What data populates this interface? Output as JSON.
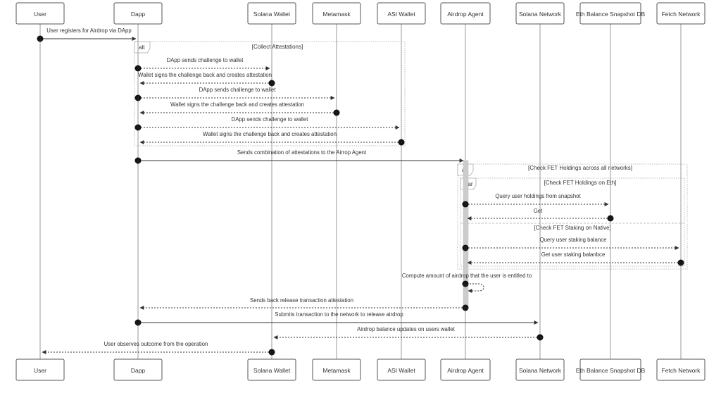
{
  "participants": [
    {
      "id": "user",
      "label": "User"
    },
    {
      "id": "dapp",
      "label": "Dapp"
    },
    {
      "id": "solana_wallet",
      "label": "Solana Wallet"
    },
    {
      "id": "metamask",
      "label": "Metamask"
    },
    {
      "id": "asi_wallet",
      "label": "ASI Wallet"
    },
    {
      "id": "airdrop_agent",
      "label": "Airdrop Agent"
    },
    {
      "id": "solana_network",
      "label": "Solana Network"
    },
    {
      "id": "eth_db",
      "label": "Eth Balance Snapshot DB"
    },
    {
      "id": "fetch_network",
      "label": "Fetch Network"
    }
  ],
  "fragments": [
    {
      "id": "collect",
      "keyword": "alt",
      "condition": "[Collect Attestations]"
    },
    {
      "id": "check_all",
      "keyword": "alt",
      "condition": "[Check FET Holdings across all networks]"
    },
    {
      "id": "par",
      "keyword": "par",
      "condition": "[Check FET Holdings on Eth]",
      "else_condition": "[Check FET Staking on Native]"
    }
  ],
  "messages": [
    {
      "n": "1",
      "from": "user",
      "to": "dapp",
      "style": "solid",
      "label": "User registers for Airdrop via DApp"
    },
    {
      "n": "2",
      "from": "dapp",
      "to": "solana_wallet",
      "style": "dotted",
      "label": "DApp sends challenge to wallet"
    },
    {
      "n": "3",
      "from": "solana_wallet",
      "to": "dapp",
      "style": "dotted",
      "label": "Wallet signs the challenge back and creates attestation"
    },
    {
      "n": "4",
      "from": "dapp",
      "to": "metamask",
      "style": "dotted",
      "label": "DApp sends challenge to wallet"
    },
    {
      "n": "5",
      "from": "metamask",
      "to": "dapp",
      "style": "dotted",
      "label": "Wallet signs the challenge back and creates attestation"
    },
    {
      "n": "6",
      "from": "dapp",
      "to": "asi_wallet",
      "style": "dotted",
      "label": "DApp sends challenge to wallet"
    },
    {
      "n": "7",
      "from": "asi_wallet",
      "to": "dapp",
      "style": "dotted",
      "label": "Wallet signs the challenge back and creates attestation"
    },
    {
      "n": "8",
      "from": "dapp",
      "to": "airdrop_agent",
      "style": "solid",
      "label": "Sends combination of attestations to the Airrop Agent"
    },
    {
      "n": "9",
      "from": "airdrop_agent",
      "to": "eth_db",
      "style": "dotted",
      "label": "Query user holdings from snapshot"
    },
    {
      "n": "10",
      "from": "eth_db",
      "to": "airdrop_agent",
      "style": "dotted",
      "label": "Get"
    },
    {
      "n": "11",
      "from": "airdrop_agent",
      "to": "fetch_network",
      "style": "dotted",
      "label": "Query user staking balance"
    },
    {
      "n": "12",
      "from": "fetch_network",
      "to": "airdrop_agent",
      "style": "dotted",
      "label": "Get user staking balanbce"
    },
    {
      "n": "13",
      "from": "airdrop_agent",
      "to": "airdrop_agent",
      "style": "dotted",
      "label": "Compute amount of airdrop that the user is entitled to"
    },
    {
      "n": "14",
      "from": "airdrop_agent",
      "to": "dapp",
      "style": "dotted",
      "label": "Sends back release transaction attestation"
    },
    {
      "n": "15",
      "from": "dapp",
      "to": "solana_network",
      "style": "solid",
      "label": "Submits transaction to the network to release airdrop"
    },
    {
      "n": "16",
      "from": "solana_network",
      "to": "solana_wallet",
      "style": "dotted",
      "label": "Airdrop balance updates on users wallet"
    },
    {
      "n": "17",
      "from": "solana_wallet",
      "to": "user",
      "style": "dotted",
      "label": "User observes outcome from the operation"
    }
  ],
  "colors": {
    "line": "#333333",
    "box_border": "#555555",
    "lifeline": "#999999",
    "activation": "#cccccc",
    "fragment_border": "#aaaaaa"
  }
}
